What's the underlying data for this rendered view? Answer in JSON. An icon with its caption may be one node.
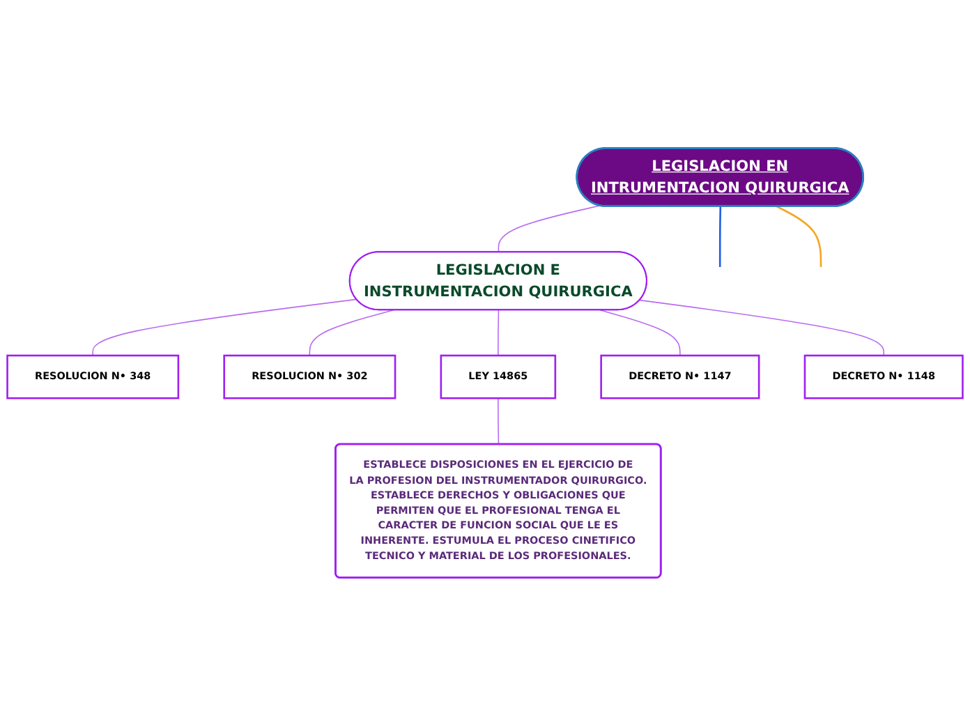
{
  "diagram": {
    "nodes": [
      {
        "text": [
          "LEGISLACION EN INTRUMENTACION QUIRURGICA"
        ]
      },
      {
        "text": [
          "LEGISLACION E INSTRUMENTACION QUIRURGICA"
        ]
      },
      {
        "text": [
          "RESOLUCION N• 348"
        ]
      },
      {
        "text": [
          "RESOLUCION N• 302"
        ]
      },
      {
        "text": [
          "LEY 14865"
        ]
      },
      {
        "text": [
          "DECRETO N• 1147"
        ]
      },
      {
        "text": [
          "DECRETO N• 1148"
        ]
      },
      {
        "text": [
          "ESTABLECE DISPOSICIONES EN EL EJERCICIO DE LA PROFESION DEL INSTRUMENTADOR QUIRURGICO. ESTABLECE DERECHOS Y OBLIGACIONES QUE PERMITEN QUE EL PROFESIONAL TENGA EL CARACTER DE FUNCION SOCIAL QUE LE ES INHERENTE. ESTUMULA EL PROCESO CINETIFICO TECNICO Y MATERIAL DE LOS PROFESIONALES."
        ]
      }
    ],
    "edges": [
      {
        "from": 0,
        "to": null,
        "arrow": "none",
        "color": "#1f5fe6"
      },
      {
        "from": 0,
        "to": null,
        "arrow": "none",
        "color": "#f5a623"
      },
      {
        "from": 0,
        "to": 1,
        "arrow": "none"
      },
      {
        "from": 1,
        "to": 2,
        "arrow": "none"
      },
      {
        "from": 1,
        "to": 3,
        "arrow": "none"
      },
      {
        "from": 1,
        "to": 4,
        "arrow": "none"
      },
      {
        "from": 1,
        "to": 5,
        "arrow": "none"
      },
      {
        "from": 1,
        "to": 6,
        "arrow": "none"
      },
      {
        "from": 4,
        "to": 7,
        "arrow": "none"
      }
    ]
  }
}
